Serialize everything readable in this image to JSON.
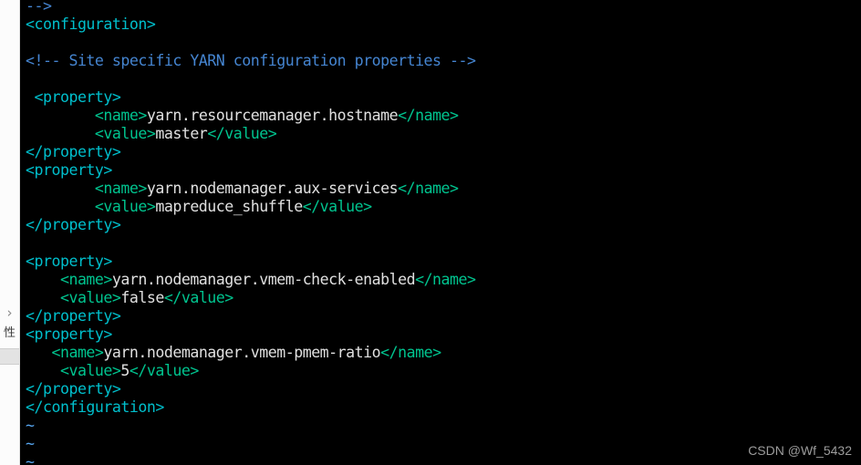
{
  "colors": {
    "background": "#000000",
    "tag": "#00BFCC",
    "tag_kv": "#00C48F",
    "comment": "#4585D1",
    "text": "#E0E0E0",
    "tilde": "#57A7F2",
    "strip_bg": "#FCFCFC",
    "chevron": "#8A8A8A",
    "strip_label": "#3B3B3B",
    "strip_block": "#E3E3E3",
    "watermark": "#9C9C9C"
  },
  "side_strip": {
    "chevron_glyph": "›",
    "label": "性"
  },
  "editor": {
    "lines": [
      {
        "segs": [
          {
            "c": "comment",
            "s": "-->"
          }
        ]
      },
      {
        "segs": [
          {
            "c": "tag",
            "s": "<configuration>"
          }
        ]
      },
      {
        "segs": []
      },
      {
        "segs": [
          {
            "c": "comment",
            "s": "<!-- Site specific YARN configuration properties -->"
          }
        ]
      },
      {
        "segs": []
      },
      {
        "segs": [
          {
            "c": "tag",
            "s": " <property>"
          }
        ]
      },
      {
        "segs": [
          {
            "c": "kv",
            "s": "        <name>"
          },
          {
            "c": "text",
            "s": "yarn.resourcemanager.hostname"
          },
          {
            "c": "kv",
            "s": "</name>"
          }
        ]
      },
      {
        "segs": [
          {
            "c": "kv",
            "s": "        <value>"
          },
          {
            "c": "text",
            "s": "master"
          },
          {
            "c": "kv",
            "s": "</value>"
          }
        ]
      },
      {
        "segs": [
          {
            "c": "tag",
            "s": "</property>"
          }
        ]
      },
      {
        "segs": [
          {
            "c": "tag",
            "s": "<property>"
          }
        ]
      },
      {
        "segs": [
          {
            "c": "kv",
            "s": "        <name>"
          },
          {
            "c": "text",
            "s": "yarn.nodemanager.aux-services"
          },
          {
            "c": "kv",
            "s": "</name>"
          }
        ]
      },
      {
        "segs": [
          {
            "c": "kv",
            "s": "        <value>"
          },
          {
            "c": "text",
            "s": "mapreduce_shuffle"
          },
          {
            "c": "kv",
            "s": "</value>"
          }
        ]
      },
      {
        "segs": [
          {
            "c": "tag",
            "s": "</property>"
          }
        ]
      },
      {
        "segs": []
      },
      {
        "segs": [
          {
            "c": "tag",
            "s": "<property>"
          }
        ]
      },
      {
        "segs": [
          {
            "c": "kv",
            "s": "    <name>"
          },
          {
            "c": "text",
            "s": "yarn.nodemanager.vmem-check-enabled"
          },
          {
            "c": "kv",
            "s": "</name>"
          }
        ]
      },
      {
        "segs": [
          {
            "c": "kv",
            "s": "    <value>"
          },
          {
            "c": "text",
            "s": "false"
          },
          {
            "c": "kv",
            "s": "</value>"
          }
        ]
      },
      {
        "segs": [
          {
            "c": "tag",
            "s": "</property>"
          }
        ]
      },
      {
        "segs": [
          {
            "c": "tag",
            "s": "<property>"
          }
        ]
      },
      {
        "segs": [
          {
            "c": "kv",
            "s": "   <name>"
          },
          {
            "c": "text",
            "s": "yarn.nodemanager.vmem-pmem-ratio"
          },
          {
            "c": "kv",
            "s": "</name>"
          }
        ]
      },
      {
        "segs": [
          {
            "c": "kv",
            "s": "    <value>"
          },
          {
            "c": "text",
            "s": "5"
          },
          {
            "c": "kv",
            "s": "</value>"
          }
        ]
      },
      {
        "segs": [
          {
            "c": "tag",
            "s": "</property>"
          }
        ]
      },
      {
        "segs": [
          {
            "c": "tag",
            "s": "</configuration>"
          }
        ]
      },
      {
        "segs": [
          {
            "c": "tilde",
            "s": "~"
          }
        ]
      },
      {
        "segs": [
          {
            "c": "tilde",
            "s": "~"
          }
        ]
      },
      {
        "segs": [
          {
            "c": "tilde",
            "s": "~"
          }
        ]
      }
    ]
  },
  "watermark": {
    "text": "CSDN @Wf_5432"
  }
}
